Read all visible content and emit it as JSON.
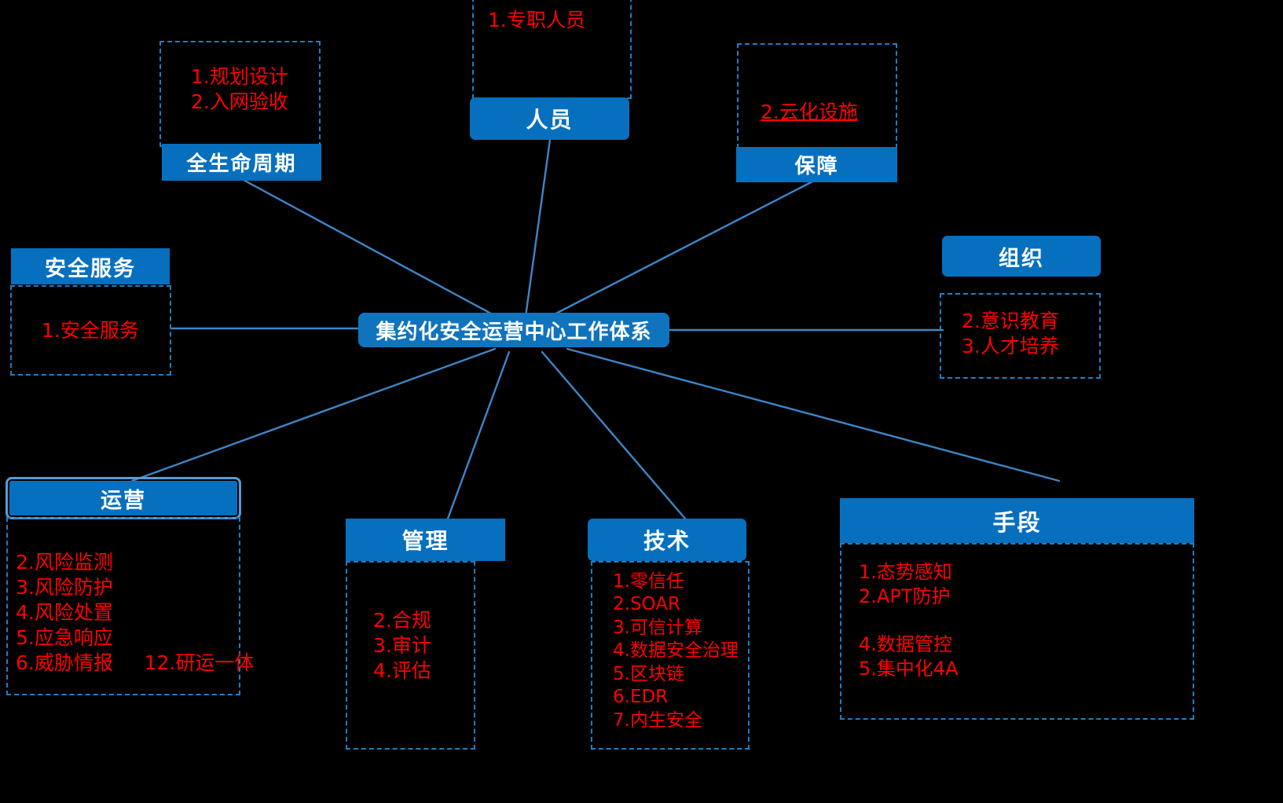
{
  "center": {
    "label": "集约化安全运营中心工作体系"
  },
  "colors": {
    "background": "#000000",
    "header_blue": "#0670bf",
    "center_blue": "#0f74bd",
    "edge_blue": "#3c86c8",
    "panel_border": "#1f7fc4",
    "item_red": "#ff0000",
    "selection": "#5b9bd5"
  },
  "nodes": [
    {
      "id": "lifecycle",
      "title": "全生命周期",
      "items": [
        "1.规划设计",
        "2.入网验收"
      ],
      "selected": false
    },
    {
      "id": "personnel",
      "title": "人员",
      "items": [
        "1.专职人员"
      ],
      "selected": false
    },
    {
      "id": "assurance",
      "title": "保障",
      "items": [
        "2.云化设施"
      ],
      "selected": false
    },
    {
      "id": "organization",
      "title": "组织",
      "items": [
        "2.意识教育",
        "3.人才培养"
      ],
      "selected": false
    },
    {
      "id": "security-service",
      "title": "安全服务",
      "items": [
        "1.安全服务"
      ],
      "selected": false
    },
    {
      "id": "operations",
      "title": "运营",
      "items": [
        "2.风险监测",
        "3.风险防护",
        "4.风险处置",
        "5.应急响应",
        "6.威胁情报     12.研运一体"
      ],
      "selected": true
    },
    {
      "id": "management",
      "title": "管理",
      "items": [
        "2.合规",
        "3.审计",
        "4.评估"
      ],
      "selected": false
    },
    {
      "id": "technology",
      "title": "技术",
      "items": [
        "1.零信任",
        "2.SOAR",
        "3.可信计算",
        "4.数据安全治理",
        "5.区块链",
        "6.EDR",
        "7.内生安全"
      ],
      "selected": false
    },
    {
      "id": "means",
      "title": "手段",
      "items": [
        "1.态势感知",
        "2.APT防护",
        "",
        "4.数据管控",
        "5.集中化4A"
      ],
      "selected": false
    }
  ]
}
